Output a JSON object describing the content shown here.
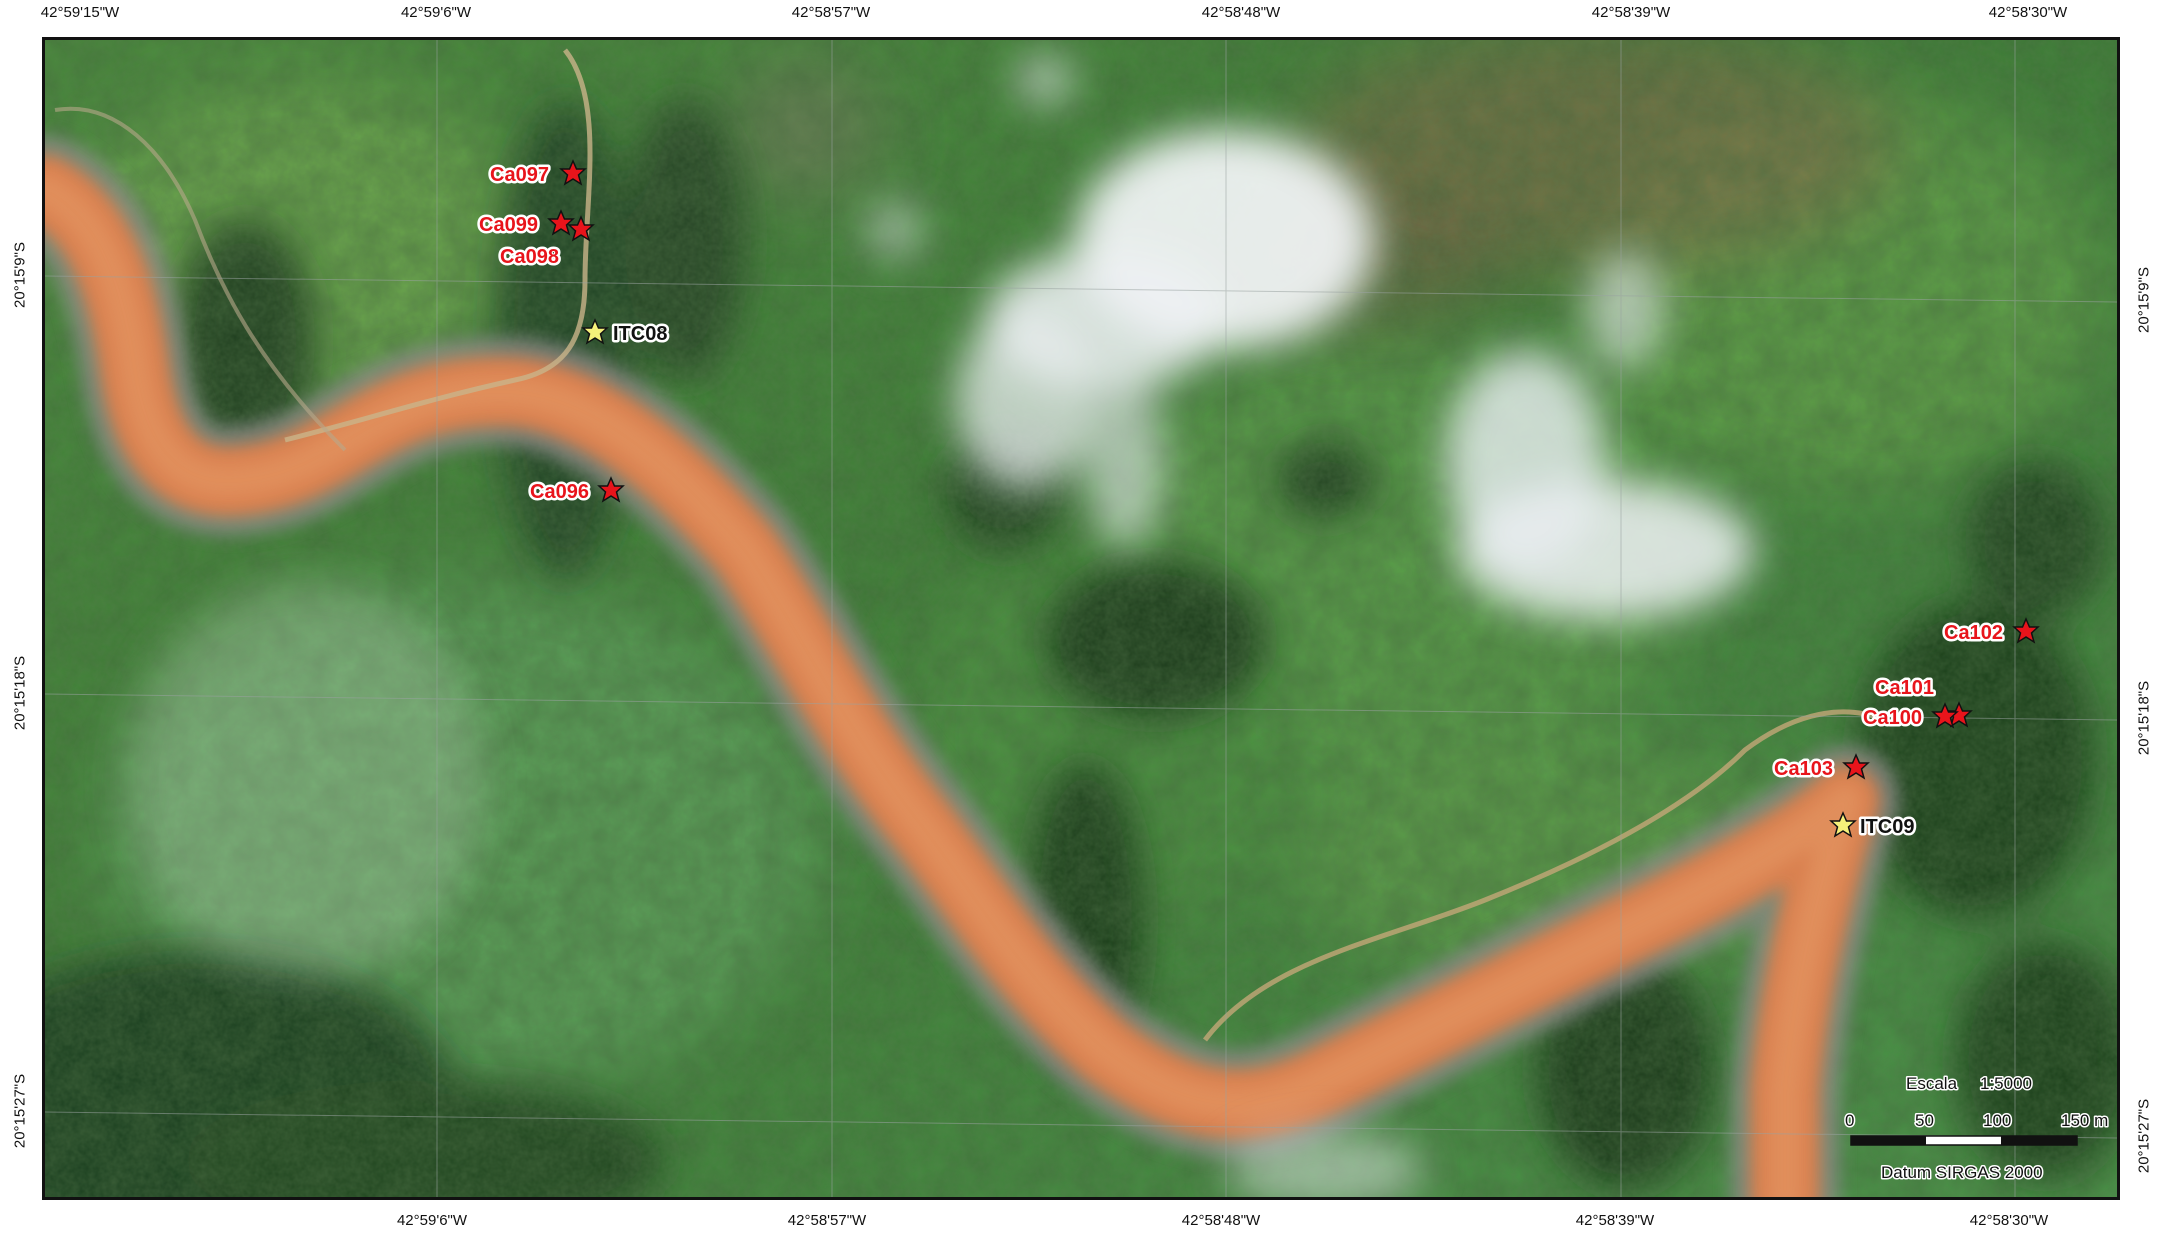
{
  "coordinates": {
    "top": [
      "42°59'15\"W",
      "42°59'6\"W",
      "42°58'57\"W",
      "42°58'48\"W",
      "42°58'39\"W",
      "42°58'30\"W"
    ],
    "bottom": [
      "42°59'6\"W",
      "42°58'57\"W",
      "42°58'48\"W",
      "42°58'39\"W",
      "42°58'30\"W"
    ],
    "left": [
      "20°15'9\"S",
      "20°15'18\"S",
      "20°15'27\"S"
    ],
    "right": [
      "20°15'9\"S",
      "20°15'18\"S",
      "20°15'27\"S"
    ]
  },
  "markers": {
    "ca097": "Ca097",
    "ca099": "Ca099",
    "ca098": "Ca098",
    "itc08": "ITC08",
    "ca096": "Ca096",
    "ca102": "Ca102",
    "ca101": "Ca101",
    "ca100": "Ca100",
    "ca103": "Ca103",
    "itc09": "ITC09"
  },
  "scale": {
    "title": "Escala",
    "ratio": "1:5000",
    "ticks": [
      "0",
      "50",
      "100",
      "150 m"
    ],
    "datum": "Datum SIRGAS 2000"
  },
  "colors": {
    "sample_marker": "#e8141b",
    "reference_marker": "#f5f07a",
    "river": "#d9804f",
    "vegetation": "#3f8a36",
    "forest": "#1a3f1c"
  }
}
